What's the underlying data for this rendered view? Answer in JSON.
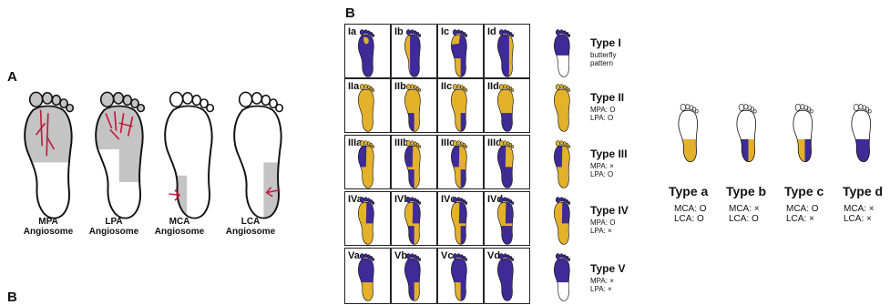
{
  "panel_a": {
    "letter": "A",
    "letter_below": "B",
    "angiosomes": [
      {
        "line1": "MPA",
        "line2": "Angiosome"
      },
      {
        "line1": "LPA",
        "line2": "Angiosome"
      },
      {
        "line1": "MCA",
        "line2": "Angiosome"
      },
      {
        "line1": "LCA",
        "line2": "Angiosome"
      }
    ]
  },
  "panel_b": {
    "letter": "B",
    "rows": [
      {
        "cells": [
          "Ia",
          "Ib",
          "Ic",
          "Id"
        ],
        "type": "Type I",
        "sub1": "butterfly",
        "sub2": "pattern"
      },
      {
        "cells": [
          "IIa",
          "IIb",
          "IIc",
          "IId"
        ],
        "type": "Type II",
        "sub1": "MPA: O",
        "sub2": "LPA: O"
      },
      {
        "cells": [
          "IIIa",
          "IIIb",
          "IIIc",
          "IIId"
        ],
        "type": "Type III",
        "sub1": "MPA: ×",
        "sub2": "LPA: O"
      },
      {
        "cells": [
          "IVa",
          "IVb",
          "IVc",
          "IVd"
        ],
        "type": "Type IV",
        "sub1": "MPA: O",
        "sub2": "LPA: ×"
      },
      {
        "cells": [
          "Va",
          "Vb",
          "Vc",
          "Vd"
        ],
        "type": "Type V",
        "sub1": "MPA: ×",
        "sub2": "LPA: ×"
      }
    ]
  },
  "panel_c": {
    "types": [
      {
        "title": "Type a",
        "mca": "MCA: O",
        "lca": "LCA: O"
      },
      {
        "title": "Type b",
        "mca": "MCA: ×",
        "lca": "LCA: O"
      },
      {
        "title": "Type c",
        "mca": "MCA: O",
        "lca": "LCA: ×"
      },
      {
        "title": "Type d",
        "mca": "MCA: ×",
        "lca": "LCA: ×"
      }
    ]
  },
  "colors": {
    "yellow": "#E3B12A",
    "purple": "#3F2B95",
    "gray": "#c4c4c4",
    "red": "#c2183a",
    "outline": "#111111"
  }
}
